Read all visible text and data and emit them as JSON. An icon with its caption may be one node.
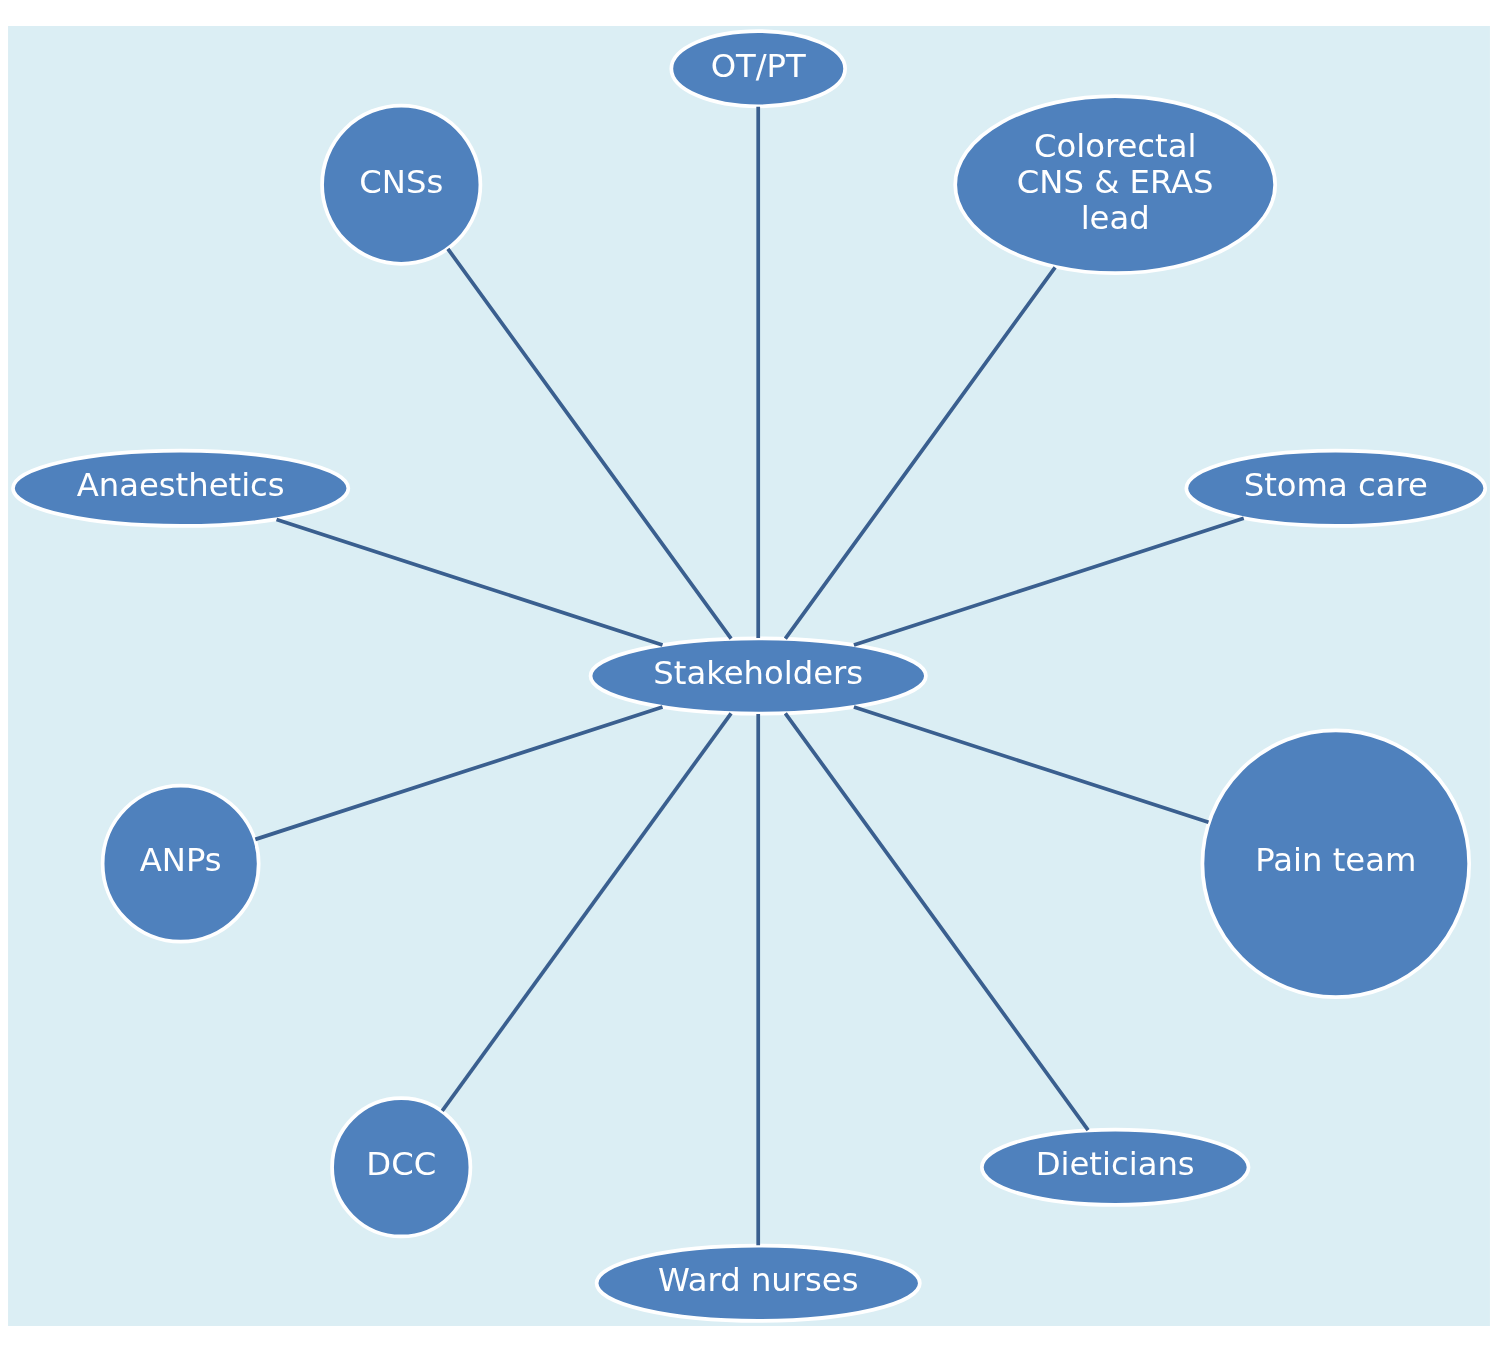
{
  "diagram": {
    "nodes": [
      {
        "text": [
          "Stoma care"
        ]
      },
      {
        "text": [
          "Colorectal CNS & ERAS lead"
        ]
      },
      {
        "text": [
          "OT/PT"
        ]
      },
      {
        "text": [
          "CNSs"
        ]
      },
      {
        "text": [
          "Anaesthetics"
        ]
      },
      {
        "text": [
          "Stakeholders"
        ]
      },
      {
        "text": [
          "ANPs"
        ]
      },
      {
        "text": [
          "DCC"
        ]
      },
      {
        "text": [
          "Ward nurses"
        ]
      },
      {
        "text": [
          "Dieticians"
        ]
      },
      {
        "text": [
          "Pain team"
        ]
      }
    ],
    "edges": [
      {
        "from": 5,
        "to": 0,
        "arrow": "none"
      },
      {
        "from": 5,
        "to": 1,
        "arrow": "none"
      },
      {
        "from": 5,
        "to": 2,
        "arrow": "none"
      },
      {
        "from": 5,
        "to": 3,
        "arrow": "none"
      },
      {
        "from": 5,
        "to": 4,
        "arrow": "none"
      },
      {
        "from": 5,
        "to": 6,
        "arrow": "none"
      },
      {
        "from": 5,
        "to": 7,
        "arrow": "none"
      },
      {
        "from": 5,
        "to": 8,
        "arrow": "none"
      },
      {
        "from": 5,
        "to": 9,
        "arrow": "none"
      },
      {
        "from": 5,
        "to": 10,
        "arrow": "none"
      }
    ]
  }
}
